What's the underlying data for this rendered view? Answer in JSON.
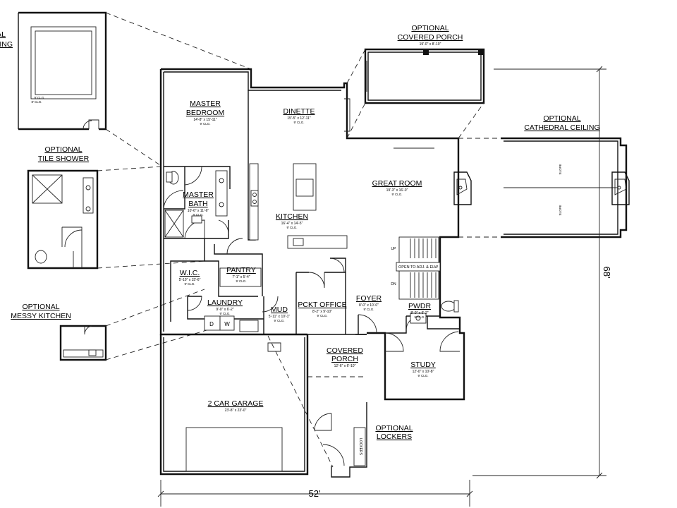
{
  "rooms": {
    "master_bedroom": {
      "l1": "MASTER",
      "l2": "BEDROOM",
      "dim": "14'-8\" x 15'-11\"",
      "clg": "9' CLG."
    },
    "dinette": {
      "l1": "DINETTE",
      "dim": "15'-5\" x 12'-11\"",
      "clg": "9' CLG."
    },
    "great_room": {
      "l1": "GREAT ROOM",
      "dim": "19'-3\" x 16'-0\"",
      "clg": "9' CLG."
    },
    "master_bath": {
      "l1": "MASTER",
      "l2": "BATH",
      "dim": "10'-6\" x 11'-6\"",
      "clg": "9' CLG."
    },
    "kitchen": {
      "l1": "KITCHEN",
      "dim": "16'-4\" x 14'-5\"",
      "clg": "9' CLG."
    },
    "wic": {
      "l1": "W.I.C.",
      "dim": "5'-10\" x 15'-6\"",
      "clg": "9' CLG."
    },
    "pantry": {
      "l1": "PANTRY",
      "dim": "7'-1\" x 5'-4\"",
      "clg": "9' CLG."
    },
    "laundry": {
      "l1": "LAUNDRY",
      "dim": "9'-0\" x 6'-2\"",
      "clg": "9' CLG."
    },
    "mud": {
      "l1": "MUD",
      "dim": "5'-11\" x 10'-1\"",
      "clg": "9' CLG."
    },
    "pckt_office": {
      "l1": "PCKT OFFICE",
      "dim": "8'-2\" x 9'-10\"",
      "clg": "9' CLG."
    },
    "foyer": {
      "l1": "FOYER",
      "dim": "8'-0\" x 10'-0\"",
      "clg": "9' CLG."
    },
    "pwdr": {
      "l1": "PWDR",
      "dim": "8'-0\" x 6'-2\"",
      "clg": "9' CLG."
    },
    "covered_porch": {
      "l1": "COVERED",
      "l2": "PORCH",
      "dim": "12'-6\" x 6'-10\""
    },
    "study": {
      "l1": "STUDY",
      "dim": "12'-0\" x 10'-8\"",
      "clg": "9' CLG."
    },
    "garage": {
      "l1": "2 CAR GARAGE",
      "dim": "23'-8\" x 23'-0\""
    }
  },
  "optional": {
    "ceiling_partial": {
      "l1": "AL",
      "l2": "ING"
    },
    "clg_9": "9' CLG.",
    "clg_8": "8' CLG.",
    "covered_porch": {
      "l1": "OPTIONAL",
      "l2": "COVERED PORCH",
      "dim": "19'-0\" x 8'-10\""
    },
    "cathedral": {
      "l1": "OPTIONAL",
      "l2": "CATHEDRAL CEILING"
    },
    "tile_shower": {
      "l1": "OPTIONAL",
      "l2": "TILE SHOWER"
    },
    "messy_kitchen": {
      "l1": "OPTIONAL",
      "l2": "MESSY KITCHEN"
    },
    "lockers": {
      "l1": "OPTIONAL",
      "l2": "LOCKERS"
    }
  },
  "annotations": {
    "slope": "SLOPE",
    "up": "UP",
    "dn": "DN",
    "open_to": "OPEN TO ADJ. & ELW",
    "lockers": "LOCKERS",
    "dryer": "D",
    "washer": "W"
  },
  "dimensions": {
    "width": "52'",
    "depth": "68'"
  }
}
